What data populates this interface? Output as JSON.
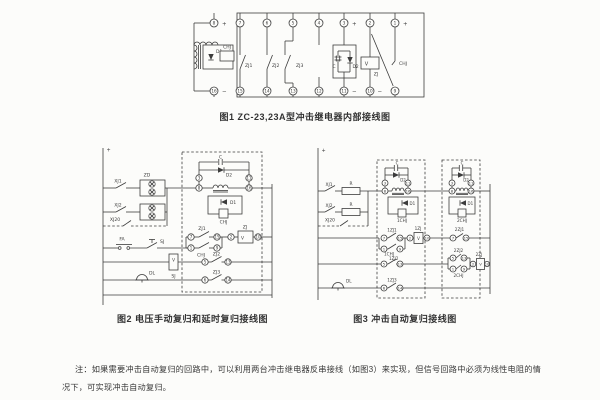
{
  "page": {
    "background": "#fcfcfa",
    "ink": "#3c3c3c"
  },
  "figure1": {
    "caption": "图1 ZC-23,23A型冲击继电器内部接线图",
    "top_terminals": [
      "8",
      "7",
      "6",
      "5",
      "4",
      "3",
      "2",
      "1"
    ],
    "bottom_terminals": [
      "16",
      "15",
      "14",
      "13",
      "12",
      "11",
      "10",
      "9"
    ],
    "plus": "+",
    "minus": "−",
    "labels": {
      "d1": "D1",
      "chj_coil": "CHJ",
      "zj1": "ZJ1",
      "zj2": "ZJ2",
      "zj3": "ZJ3",
      "c": "C",
      "d2": "D2",
      "v": "V",
      "zj": "ZJ",
      "chj_contact": "CHJ"
    }
  },
  "figure2": {
    "caption": "图2  电压手动复归和延时复归接线图",
    "labels": {
      "plus": "+",
      "xj1": "XJ1",
      "zd": "ZD",
      "xj2": "XJ2",
      "xj20": "XJ20",
      "fa": "FA",
      "sj_contact": "SJ",
      "sj_coil": "SJ",
      "dl": "DL",
      "c": "C",
      "d2": "D2",
      "d1": "D1",
      "chj_coil": "CHJ",
      "zj1": "ZJ1",
      "chj_contact": "CHJ",
      "zj": "ZJ",
      "v": "V",
      "zj2": "ZJ2",
      "zj3": "ZJ3"
    },
    "terminals": {
      "t3": "3",
      "t11": "11",
      "t8": "8",
      "t16": "16",
      "t7": "7",
      "t15": "15",
      "t1": "1",
      "t9": "9",
      "t2": "2",
      "t10": "10",
      "t5": "5",
      "t13": "13",
      "t6": "6",
      "t14": "14"
    }
  },
  "figure3": {
    "caption": "图3  冲击自动复归接线图",
    "labels": {
      "plus": "+",
      "xj1": "XJ1",
      "xj2": "XJ2",
      "xj20": "XJ20",
      "r": "R",
      "dl": "DL",
      "c": "C",
      "d2": "D2",
      "d1": "D1",
      "chj1_coil": "1CHJ",
      "chj2_coil": "2CHJ",
      "zj1_1": "1ZJ1",
      "chj1_contact": "1CHJ",
      "zj1_coil": "1ZJ",
      "zj2_1": "2ZJ1",
      "zj2_contact1": "1ZJ2",
      "zj2_2": "2ZJ2",
      "chj2_contact": "2CHJ",
      "zj2_coil": "2ZJ",
      "zj3_1": "1ZJ3",
      "v": "V"
    },
    "terminals": {
      "t3": "3",
      "t11": "11",
      "t8": "8",
      "t16": "16",
      "t7": "7",
      "t15": "15",
      "t1": "1",
      "t9": "9",
      "t2": "2",
      "t10": "10",
      "t5": "5",
      "t13": "13",
      "t6": "6",
      "t14": "14"
    }
  },
  "note": {
    "line1": "注：如果需要冲击自动复归的回路中，可以利用两台冲击继电器反串接线（如图3）来实现，但信号回路中必须为线性电阻的情",
    "line2": "况下，可实现冲击自动复归。"
  }
}
